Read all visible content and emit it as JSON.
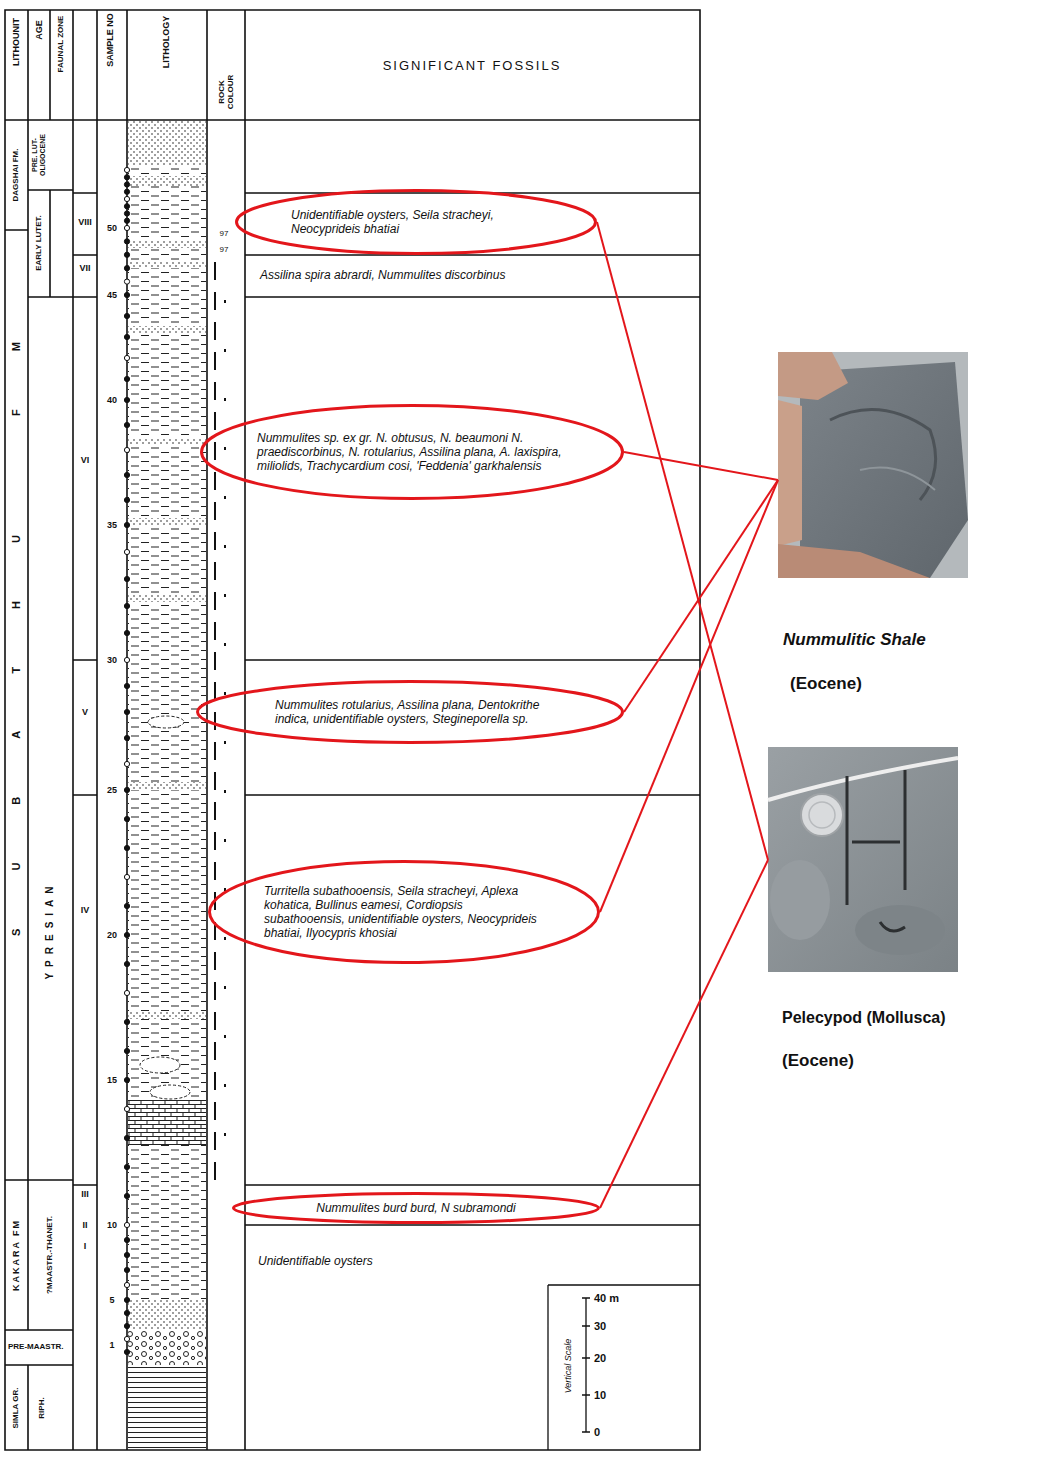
{
  "diagram": {
    "nodes": [
      {
        "text": [
          "Unidentifiable oysters, Seila stracheyi, Neocyprideis bhatiai"
        ]
      },
      {
        "text": [
          "Nummulites sp. ex gr. N. obtusus, N. beaumoni N. praediscorbinus, N. rotularius, Assilina plana, A. laxispira, miliolids, Trachycardium cosi, 'Feddenia' garkhalensis"
        ]
      },
      {
        "text": [
          "Nummulites rotularius, Assilina plana, Dentokrithe indica, unidentifiable oysters, Stegineporella sp."
        ]
      },
      {
        "text": [
          "Turritella subathooensis, Seila stracheyi, Aplexa kohatica, Bullinus eamesi, Cordiopsis subathooensis, unidentifiable oysters, Neocyprideis bhatiai, Ilyocypris khosiai"
        ]
      },
      {
        "text": [
          "Nummulites burd burd, N subramondi"
        ]
      },
      {
        "text": [
          "Nummulitic Shale",
          "(Eocene)"
        ]
      },
      {
        "text": [
          "Pelecypod (Mollusca)",
          "(Eocene)"
        ]
      }
    ],
    "edges": [
      {
        "from": 0,
        "to": 6,
        "arrow": "none"
      },
      {
        "from": 1,
        "to": 5,
        "arrow": "none"
      },
      {
        "from": 2,
        "to": 5,
        "arrow": "none"
      },
      {
        "from": 3,
        "to": 5,
        "arrow": "none"
      },
      {
        "from": 4,
        "to": 6,
        "arrow": "none"
      }
    ],
    "labels": [
      "LITHOUNIT",
      "AGE",
      "FAUNAL ZONE",
      "SAMPLE NO",
      "LITHOLOGY",
      "ROCK COLOUR",
      "SIGNIFICANT FOSSILS",
      "DAGSHAI FM.",
      "PRE. LUT- OLIGOCENE",
      "EARLY LUTET.",
      "YPRESIAN",
      "SUBATHU FM",
      "KAKARA FM",
      "?MAASTR.-THANET.",
      "PRE-MAASTR.",
      "SIMLA GR.",
      "RIPH.",
      "VIII",
      "VII",
      "VI",
      "V",
      "IV",
      "III",
      "II",
      "I",
      "50",
      "45",
      "40",
      "35",
      "30",
      "25",
      "20",
      "15",
      "10",
      "5",
      "1",
      "97",
      "97",
      "Assilina spira abrardi, Nummulites discorbinus",
      "Unidentifiable oysters",
      "40 m",
      "30",
      "20",
      "10",
      "0",
      "Vertical Scale"
    ]
  }
}
